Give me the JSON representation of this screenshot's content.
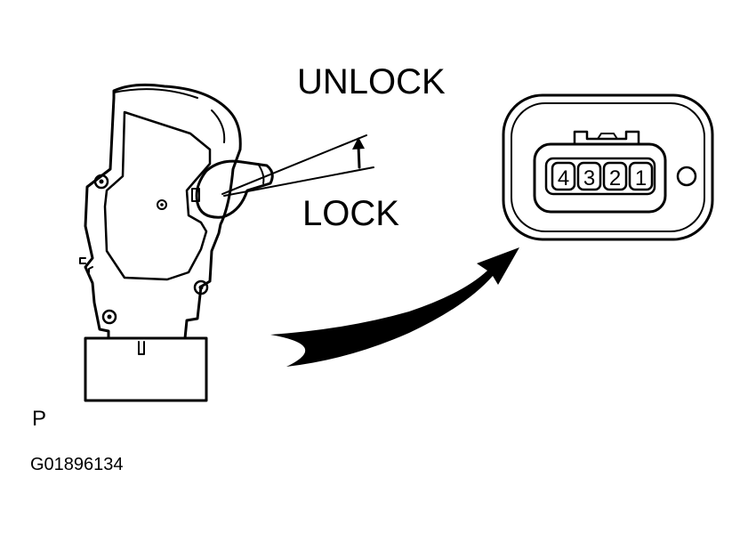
{
  "labels": {
    "unlock": "UNLOCK",
    "lock": "LOCK",
    "view_code": "P",
    "figure_id": "G01896134"
  },
  "connector": {
    "pins": [
      "4",
      "3",
      "2",
      "1"
    ]
  },
  "icons": {
    "rotation_arrow": "rotation-arrow-icon",
    "pointer_arrow": "curved-arrow-icon"
  },
  "colors": {
    "ink": "#000000",
    "paper": "#ffffff"
  }
}
